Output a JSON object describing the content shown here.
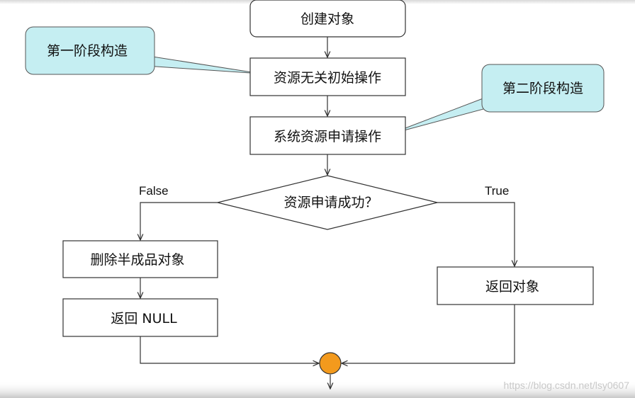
{
  "nodes": {
    "create": "创建对象",
    "init": "资源无关初始操作",
    "request": "系统资源申请操作",
    "decision": "资源申请成功？",
    "delete": "删除半成品对象",
    "return_null": "返回 NULL",
    "return_obj": "返回对象"
  },
  "callouts": {
    "phase1": "第一阶段构造",
    "phase2": "第二阶段构造"
  },
  "edges": {
    "false_label": "False",
    "true_label": "True"
  },
  "colors": {
    "callout_fill": "#c5eef2",
    "merge_fill": "#f39a1d"
  },
  "watermark": "https://blog.csdn.net/lsy0607"
}
